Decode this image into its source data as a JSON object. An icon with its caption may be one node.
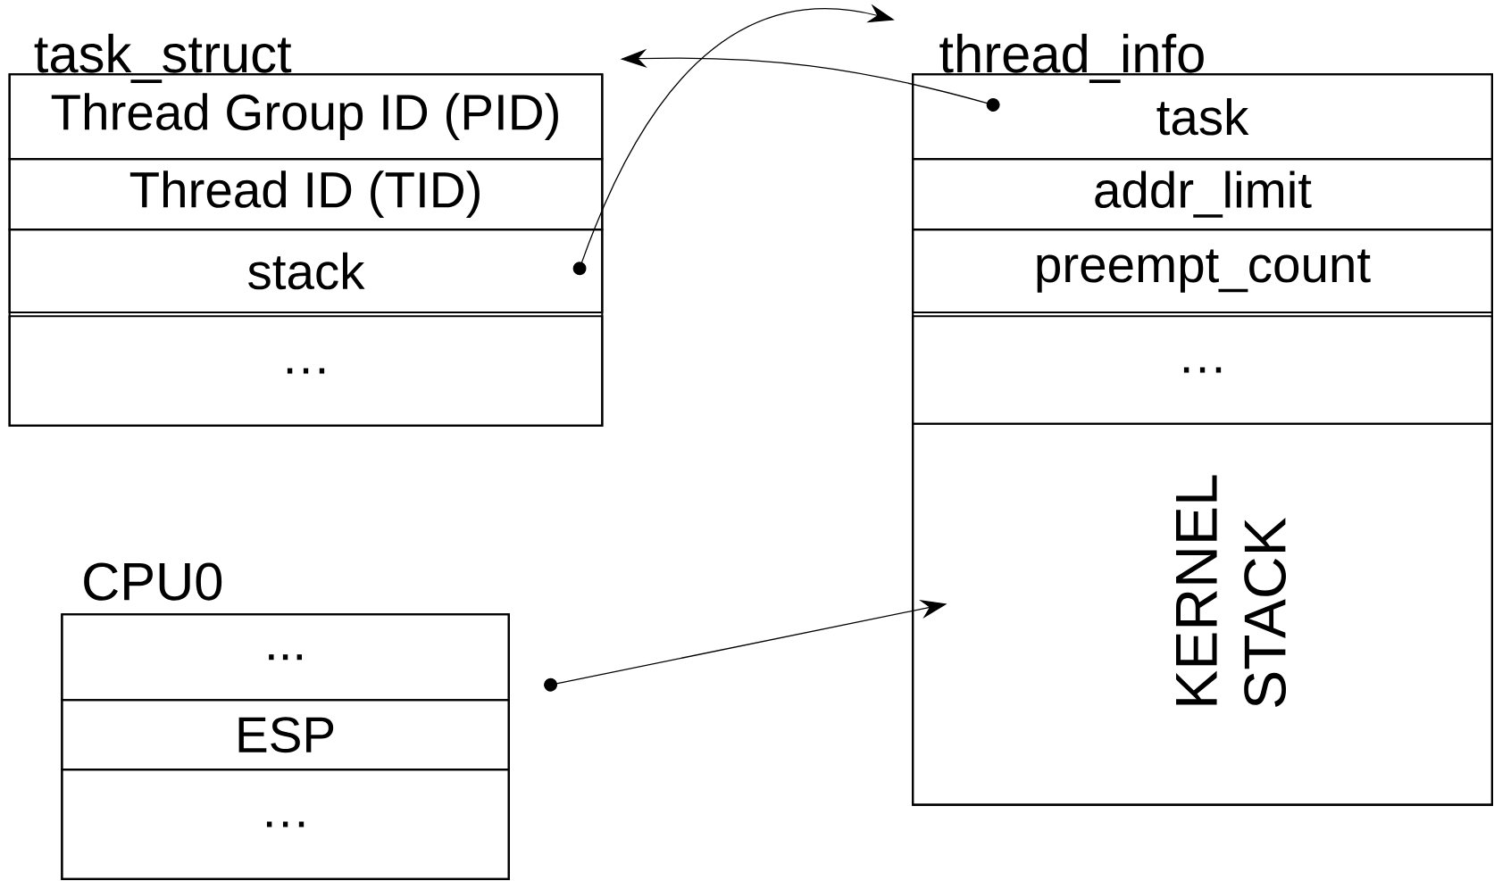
{
  "diagram": {
    "nodes": [
      {
        "text": [
          "task_struct"
        ]
      },
      {
        "text": [
          "Thread Group ID (PID)"
        ],
        "in": 0
      },
      {
        "text": [
          "Thread ID (TID)"
        ],
        "in": 0
      },
      {
        "text": [
          "stack"
        ],
        "in": 0
      },
      {
        "text": [
          "…"
        ],
        "in": 0
      },
      {
        "text": [
          "thread_info"
        ]
      },
      {
        "text": [
          "task"
        ],
        "in": 5
      },
      {
        "text": [
          "addr_limit"
        ],
        "in": 5
      },
      {
        "text": [
          "preempt_count"
        ],
        "in": 5
      },
      {
        "text": [
          "…"
        ],
        "in": 5
      },
      {
        "text": [
          "KERNEL STACK"
        ],
        "in": 5
      },
      {
        "text": [
          "CPU0"
        ]
      },
      {
        "text": [
          "..."
        ],
        "in": 11
      },
      {
        "text": [
          "ESP"
        ],
        "in": 11
      },
      {
        "text": [
          "…"
        ],
        "in": 11
      }
    ],
    "edges": [
      {
        "from": 3,
        "to": 5,
        "arrow": "to"
      },
      {
        "from": 6,
        "to": 0,
        "arrow": "to"
      },
      {
        "from": 13,
        "to": 10,
        "arrow": "to"
      }
    ]
  }
}
